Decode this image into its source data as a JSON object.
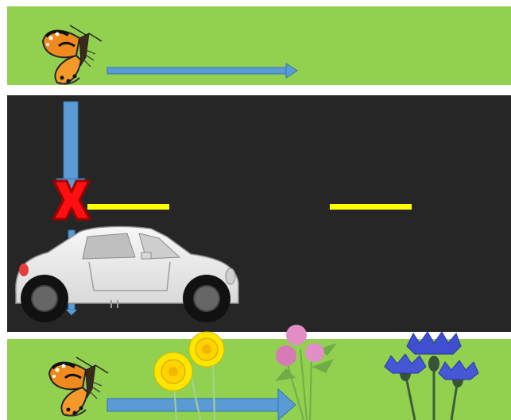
{
  "scene": {
    "grass_color": "#92d050",
    "road_color": "#262626",
    "lane_marking_color": "#ffff00",
    "arrow_color": "#5b9bd5",
    "barrier_mark_color": "#e31313"
  },
  "icons": {
    "butterfly": "painted-lady-butterfly",
    "car": "white-convertible-car",
    "cross": "red-x-mark",
    "flowers": [
      "yellow-dandelions",
      "pink-clover",
      "blue-cornflowers"
    ]
  },
  "labels": {
    "barrier_mark": "X"
  }
}
